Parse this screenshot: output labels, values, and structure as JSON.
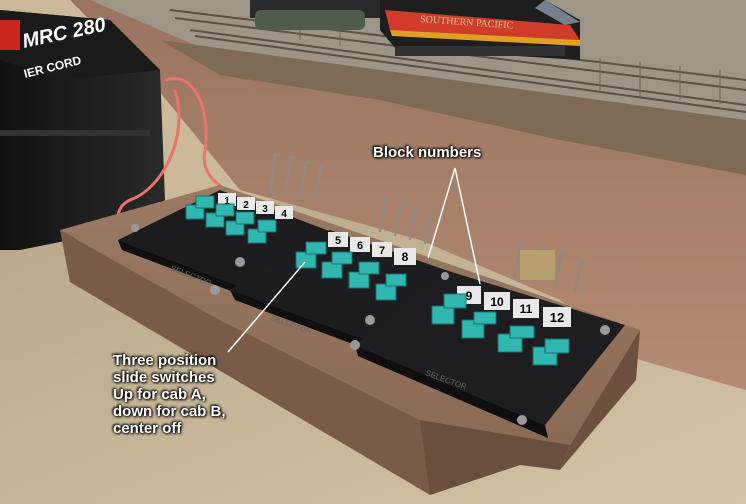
{
  "annotations": {
    "block_numbers": "Block numbers",
    "switch_note": "Three position\nslide switches\nUp for cab A,\ndown for cab B,\ncenter off"
  },
  "printed_text": {
    "locomotive": "SOUTHERN PACIFIC",
    "power_pack_model": "MRC 280",
    "power_pack_subtitle": "IER CORD",
    "selector_brand": "SELECTOR"
  },
  "blocks": {
    "unit1": [
      "1",
      "2",
      "3",
      "4"
    ],
    "unit2": [
      "5",
      "6",
      "7",
      "8"
    ],
    "unit3": [
      "9",
      "10",
      "11",
      "12"
    ]
  },
  "colors": {
    "switch": "#2fb7b0",
    "module": "#1c1c1e",
    "board": "#8b6b55",
    "wall": "#a77f69",
    "floor": "#cbb99a",
    "wire": "#e8746a",
    "callout_text": "#ffffff"
  }
}
